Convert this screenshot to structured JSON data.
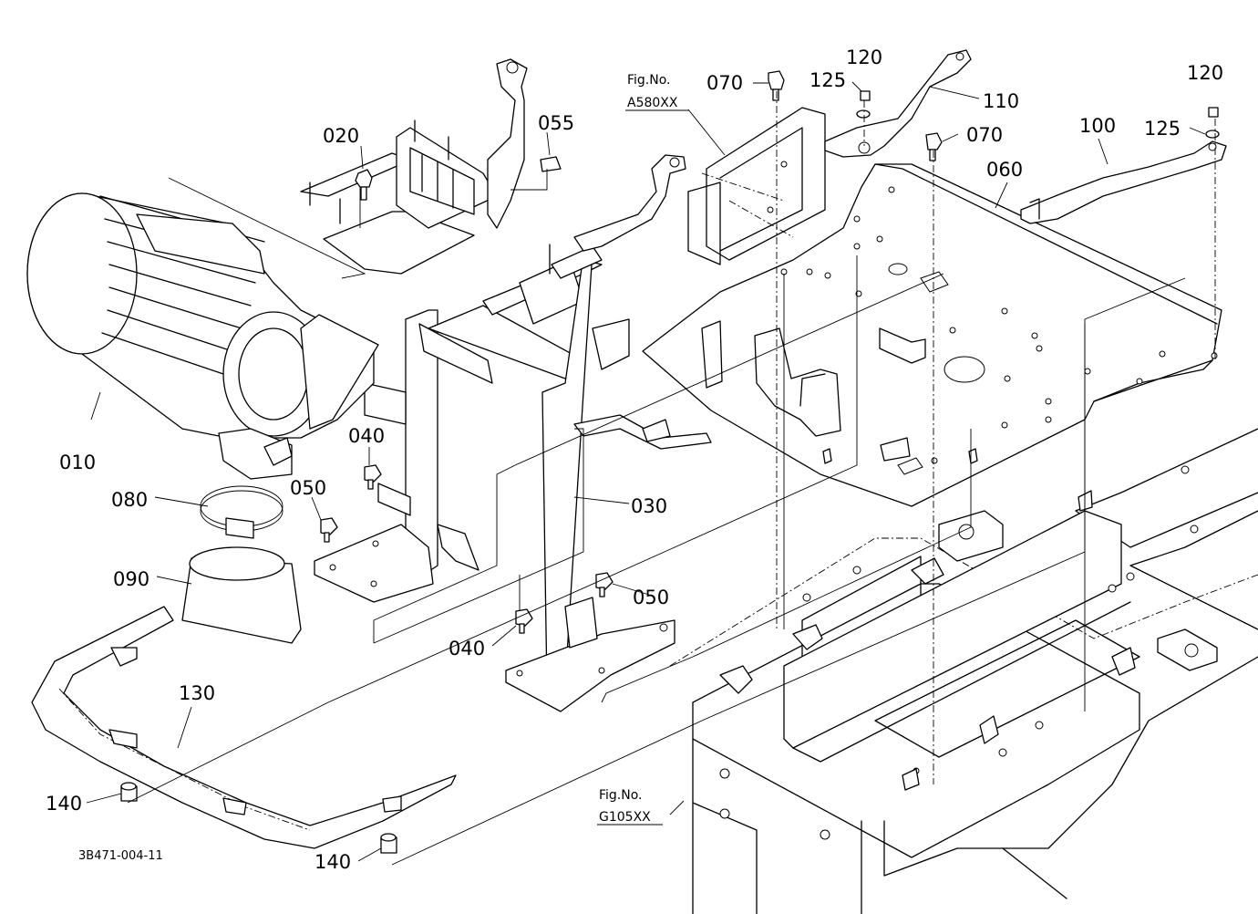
{
  "diagram": {
    "figure_references": [
      {
        "id": "A580",
        "line1": "Fig.No.",
        "line2": "A580XX"
      },
      {
        "id": "G105",
        "line1": "Fig.No.",
        "line2": "G105XX"
      }
    ],
    "drawing_code": "3B471-004-11",
    "part_numbers": {
      "p010": "010",
      "p020": "020",
      "p030": "030",
      "p040a": "040",
      "p040b": "040",
      "p050a": "050",
      "p050b": "050",
      "p055": "055",
      "p060": "060",
      "p070a": "070",
      "p070b": "070",
      "p080": "080",
      "p090": "090",
      "p100": "100",
      "p110": "110",
      "p120a": "120",
      "p120b": "120",
      "p125a": "125",
      "p125b": "125",
      "p130": "130",
      "p140a": "140",
      "p140b": "140"
    }
  }
}
